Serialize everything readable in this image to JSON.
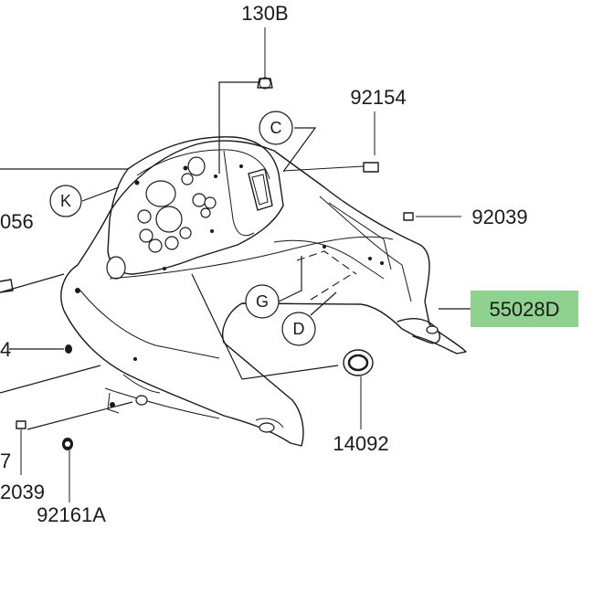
{
  "diagram": {
    "highlight_color": "#8fd18f",
    "line_color": "#1a1a1a",
    "background": "#ffffff",
    "labels": {
      "p130b": "130B",
      "p92154": "92154",
      "p92039_right": "92039",
      "p55028d": "55028D",
      "p14092": "14092",
      "p92161a": "92161A",
      "p92039_left": "2039",
      "p_056": "056",
      "p_4": "4",
      "p_7": "7"
    },
    "callouts": {
      "c": "C",
      "k": "K",
      "g": "G",
      "d": "D"
    }
  }
}
